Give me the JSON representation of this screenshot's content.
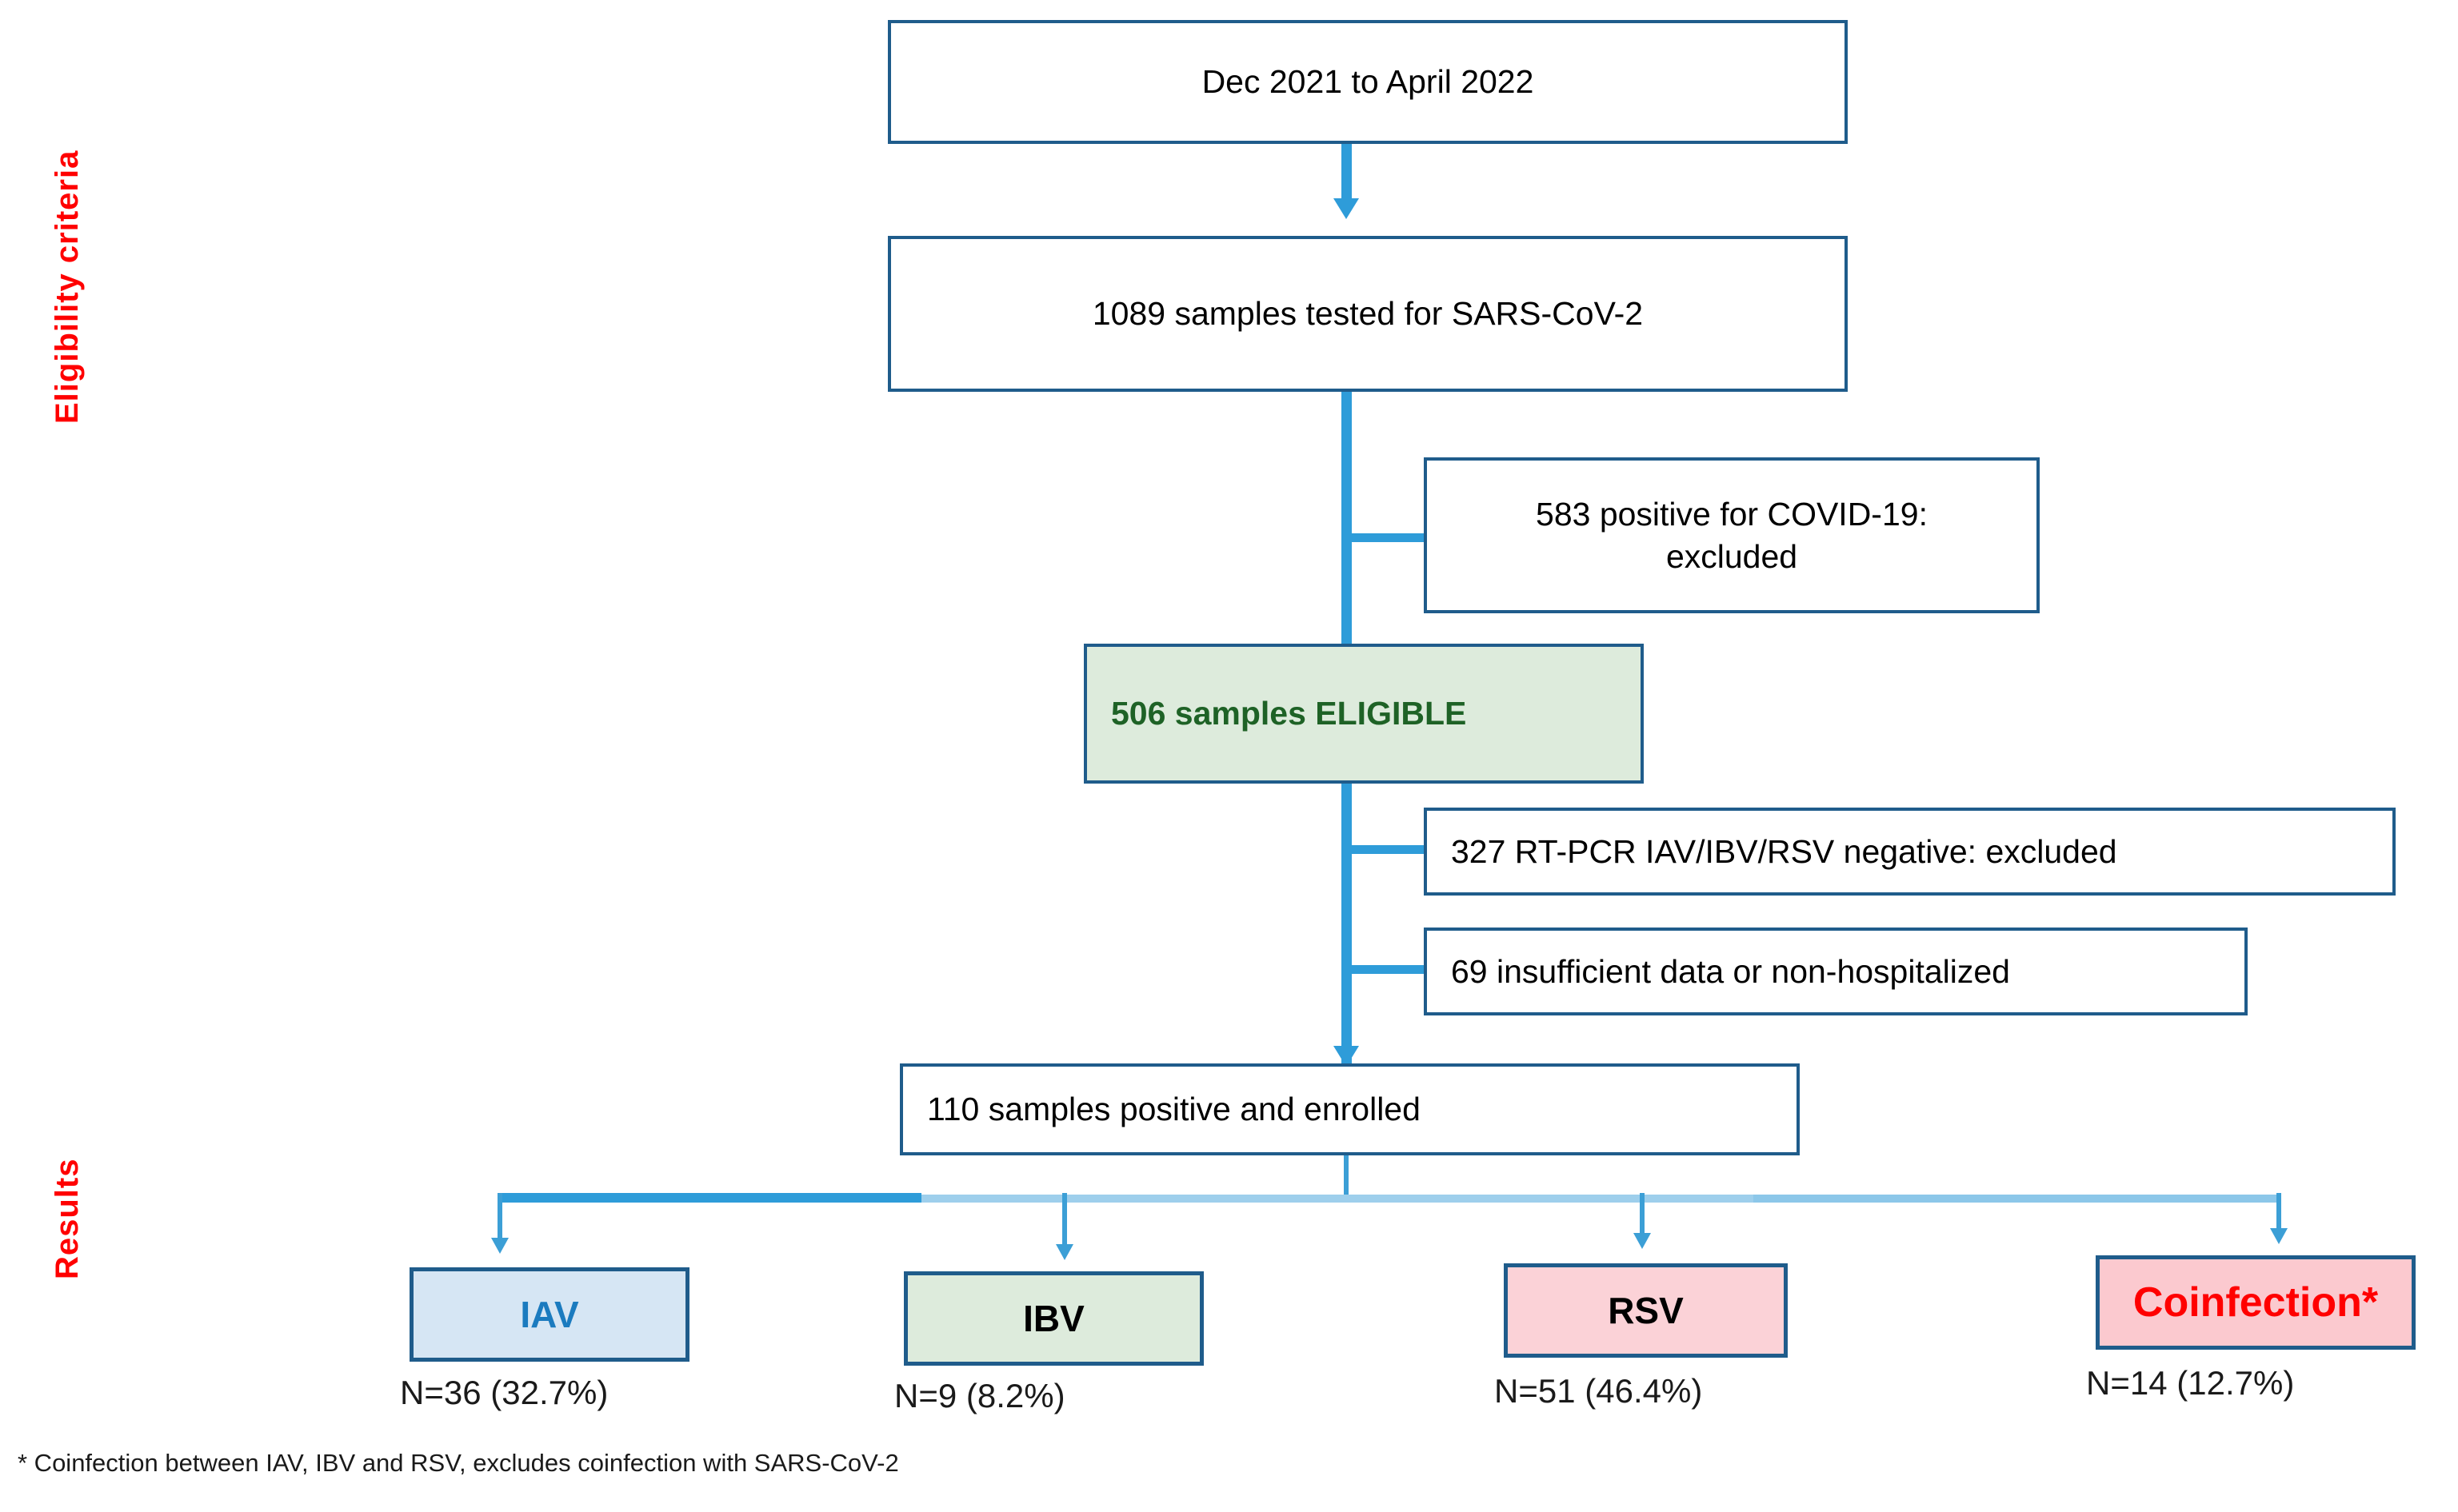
{
  "sections": {
    "eligibility_label": "Eligibility criteria",
    "results_label": "Results"
  },
  "flow": {
    "period_box": "Dec 2021 to April 2022",
    "tested_box": "1089 samples tested for SARS-CoV-2",
    "excluded_covid_line1": "583 positive for COVID-19:",
    "excluded_covid_line2": "excluded",
    "eligible_box": "506 samples ELIGIBLE",
    "excluded_rtpcr_box": "327 RT-PCR IAV/IBV/RSV negative: excluded",
    "excluded_data_box": "69 insufficient data or non-hospitalized",
    "enrolled_box": "110 samples positive and enrolled"
  },
  "results": [
    {
      "label": "IAV",
      "caption": "N=36 (32.7%)"
    },
    {
      "label": "IBV",
      "caption": "N=9 (8.2%)"
    },
    {
      "label": "RSV",
      "caption": "N=51 (46.4%)"
    },
    {
      "label": "Coinfection*",
      "caption": "N=14 (12.7%)"
    }
  ],
  "footnote": "* Coinfection between IAV, IBV and RSV, excludes coinfection with SARS-CoV-2",
  "colors": {
    "box_border": "#1F5C8B",
    "connector": "#2E9CD9",
    "eligible_fill": "#DDEBDC",
    "eligible_text": "#1E6226",
    "iav_fill": "#D6E6F4",
    "iav_text": "#1B7BBF",
    "ibv_fill": "#DDEBDC",
    "rsv_fill": "#FBD2D7",
    "coinfection_fill": "#FBC9CF",
    "coinfection_text": "#FF0000",
    "section_label": "#FF0000"
  }
}
